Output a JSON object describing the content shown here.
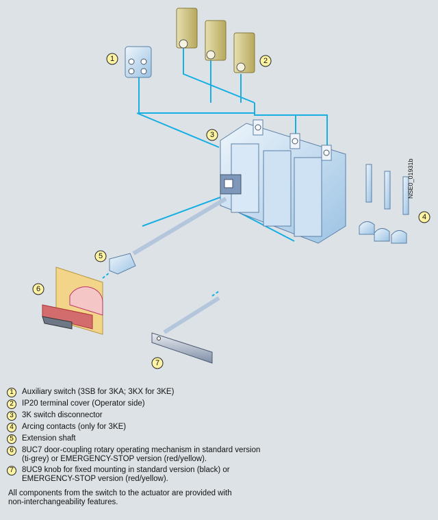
{
  "diagram": {
    "image_code": "NSE0_01931b",
    "callouts": [
      "1",
      "2",
      "3",
      "4",
      "5",
      "6",
      "7"
    ]
  },
  "legend": [
    {
      "number": "1",
      "text": "Auxiliary switch (3SB for 3KA; 3KX for 3KE)"
    },
    {
      "number": "2",
      "text": "IP20 terminal cover (Operator side)"
    },
    {
      "number": "3",
      "text": "3K switch disconnector"
    },
    {
      "number": "4",
      "text": "Arcing contacts (only for 3KE)"
    },
    {
      "number": "5",
      "text": "Extension shaft"
    },
    {
      "number": "6",
      "text": "8UC7 door-coupling rotary operating mechanism in standard version\n(ti-grey) or EMERGENCY-STOP version (red/yellow)."
    },
    {
      "number": "7",
      "text": "8UC9 knob for fixed mounting in standard version (black) or\nEMERGENCY-STOP version (red/yellow)."
    }
  ],
  "footnote": "All components from the switch to the actuator are provided with\nnon-interchangeability features.",
  "colors": {
    "background": "#dde2e6",
    "leader_line": "#16aee3",
    "callout_fill": "#fdf3a2"
  }
}
